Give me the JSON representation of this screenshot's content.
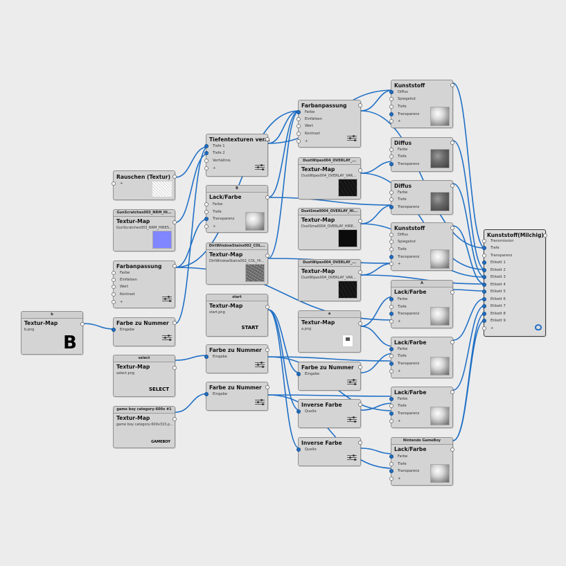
{
  "colors": {
    "wire": "#1f6fc5",
    "port_active": "#1f6fc5"
  },
  "nodes": {
    "texmap_b": {
      "header": "b",
      "title": "Textur-Map",
      "file": "b.png",
      "glyph": "B"
    },
    "rauschen": {
      "title": "Rauschen (Textur)",
      "plus": "+"
    },
    "texmap_gun": {
      "header": "GunScratches003_NRM_HI...",
      "title": "Textur-Map",
      "file": "GunScratches003_NRM_HIRES..."
    },
    "farbanpassung_left": {
      "title": "Farbanpassung",
      "rows": [
        "Farbe",
        "Einfärben",
        "Wert",
        "Kontrast",
        "+"
      ]
    },
    "farbe_zu_nummer_left": {
      "title": "Farbe zu Nummer",
      "rows": [
        "Eingabe"
      ]
    },
    "texmap_select": {
      "header": "select",
      "title": "Textur-Map",
      "file": "select.png",
      "glyph": "SELECT"
    },
    "texmap_gameboy": {
      "header": "game boy category-600x #1",
      "title": "Textur-Map",
      "file": "game boy category-600x315.p...",
      "glyph": "GAMEBOY"
    },
    "tiefentexturen": {
      "title": "Tiefentexturen ver...",
      "rows": [
        "Tiefe 1",
        "Tiefe 2",
        "Verhältnis",
        "+"
      ]
    },
    "lack_b": {
      "header": "B",
      "title": "Lack/Farbe",
      "rows": [
        "Farbe",
        "Tiefe",
        "Transparenz",
        "+"
      ]
    },
    "texmap_dirt": {
      "header": "DirtWindowStains002_COL...",
      "title": "Textur-Map",
      "file": "DirtWindowStains002_COL_HI..."
    },
    "texmap_start": {
      "header": "start",
      "title": "Textur-Map",
      "file": "start.png",
      "glyph": "START"
    },
    "farbe_zu_nummer_mid1": {
      "title": "Farbe zu Nummer",
      "rows": [
        "Eingabe"
      ]
    },
    "farbe_zu_nummer_mid2": {
      "title": "Farbe zu Nummer",
      "rows": [
        "Eingabe"
      ]
    },
    "farbanpassung_mid": {
      "title": "Farbanpassung",
      "rows": [
        "Farbe",
        "Einfärben",
        "Wert",
        "Kontrast",
        "+"
      ]
    },
    "texmap_dustwipes": {
      "header": "DustWipes004_OVERLAY_...",
      "title": "Textur-Map",
      "file": "DustWipes004_OVERLAY_VAR..."
    },
    "texmap_dustsmall": {
      "header": "DustSmall004_OVERLAY_HI...",
      "title": "Textur-Map",
      "file": "DustSmall004_OVERLAY_HIRE..."
    },
    "texmap_dustwipes2": {
      "header": "DustWipes004_OVERLAY_...",
      "title": "Textur-Map",
      "file": "DustWipes004_OVERLAY_VAR..."
    },
    "texmap_a": {
      "header": "a",
      "title": "Textur-Map",
      "file": "a.png"
    },
    "farbe_zu_nummer_right": {
      "title": "Farbe zu Nummer",
      "rows": [
        "Eingabe"
      ]
    },
    "inverse1": {
      "title": "Inverse Farbe",
      "rows": [
        "Quelle"
      ]
    },
    "inverse2": {
      "title": "Inverse Farbe",
      "rows": [
        "Quelle"
      ]
    },
    "kunststoff1": {
      "title": "Kunststoff",
      "rows": [
        "Diffus",
        "Spiegelnd",
        "Tiefe",
        "Transparenz",
        "+"
      ]
    },
    "diffus1": {
      "title": "Diffus",
      "rows": [
        "Farbe",
        "Tiefe",
        "Transparenz"
      ]
    },
    "diffus2": {
      "title": "Diffus",
      "rows": [
        "Farbe",
        "Tiefe",
        "Transparenz"
      ]
    },
    "kunststoff2": {
      "title": "Kunststoff",
      "rows": [
        "Diffus",
        "Spiegelnd",
        "Tiefe",
        "Transparenz",
        "+"
      ]
    },
    "lack_a": {
      "header": "A",
      "title": "Lack/Farbe",
      "rows": [
        "Farbe",
        "Tiefe",
        "Transparenz",
        "+"
      ]
    },
    "lack_2": {
      "title": "Lack/Farbe",
      "rows": [
        "Farbe",
        "Tiefe",
        "Transparenz",
        "+"
      ]
    },
    "lack_3": {
      "title": "Lack/Farbe",
      "rows": [
        "Farbe",
        "Tiefe",
        "Transparenz",
        "+"
      ]
    },
    "lack_gameboy": {
      "header": "Nintendo GameBoy",
      "title": "Lack/Farbe",
      "rows": [
        "Farbe",
        "Tiefe",
        "Transparenz",
        "+"
      ]
    },
    "kunststoff_milchig": {
      "title": "Kunststoff(Milchig)",
      "rows": [
        "Transmission",
        "Tiefe",
        "Transparenz",
        "Etikett 1",
        "Etikett 2",
        "Etikett 3",
        "Etikett 4",
        "Etikett 5",
        "Etikett 6",
        "Etikett 7",
        "Etikett 8",
        "Etikett 9",
        "+"
      ]
    }
  }
}
